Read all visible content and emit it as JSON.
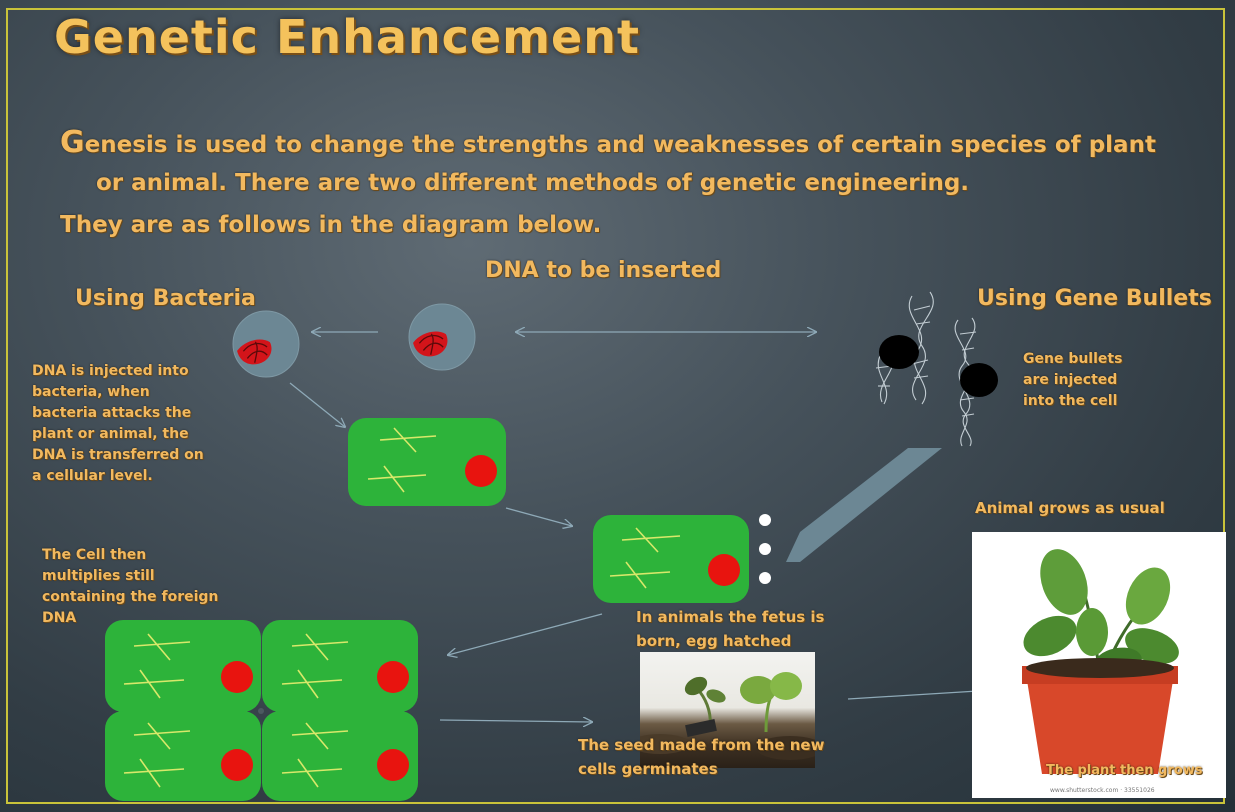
{
  "title": "Genetic Enhancement",
  "intro": {
    "initial": "G",
    "line1": "enesis is used to change the strengths and weaknesses of certain species of plant",
    "line2": "or animal.  There are two different methods of genetic engineering.",
    "line3": "They are as follows in the diagram below."
  },
  "labels": {
    "dna_inserted": "DNA to be inserted",
    "using_bacteria": "Using Bacteria",
    "using_gene_bullets": "Using Gene Bullets",
    "bacteria_desc": [
      "DNA is injected into",
      "bacteria, when",
      "bacteria attacks the",
      "plant or animal, the",
      "DNA is transferred on",
      "a cellular level."
    ],
    "gene_bullets_desc": [
      "Gene bullets",
      "are injected",
      "into the cell"
    ],
    "cell_multiplies": [
      "The Cell then",
      "multiplies still",
      "containing the foreign",
      "DNA"
    ],
    "animals_born": [
      "In animals the fetus is",
      "born, egg hatched"
    ],
    "seed_germinates": [
      "The seed made from the new",
      "cells germinates"
    ],
    "animal_grows": "Animal grows as usual",
    "plant_grows": "The plant then grows",
    "photo_credit": "www.shutterstock.com · 33551026"
  },
  "colors": {
    "title": "#f4c25c",
    "text": "#f2b95f",
    "cell_fill": "#2db33a",
    "nucleus": "#e8140f",
    "circle_fill": "#6c8794",
    "arrow": "#8ea9b7",
    "frame": "#c9c33a"
  }
}
